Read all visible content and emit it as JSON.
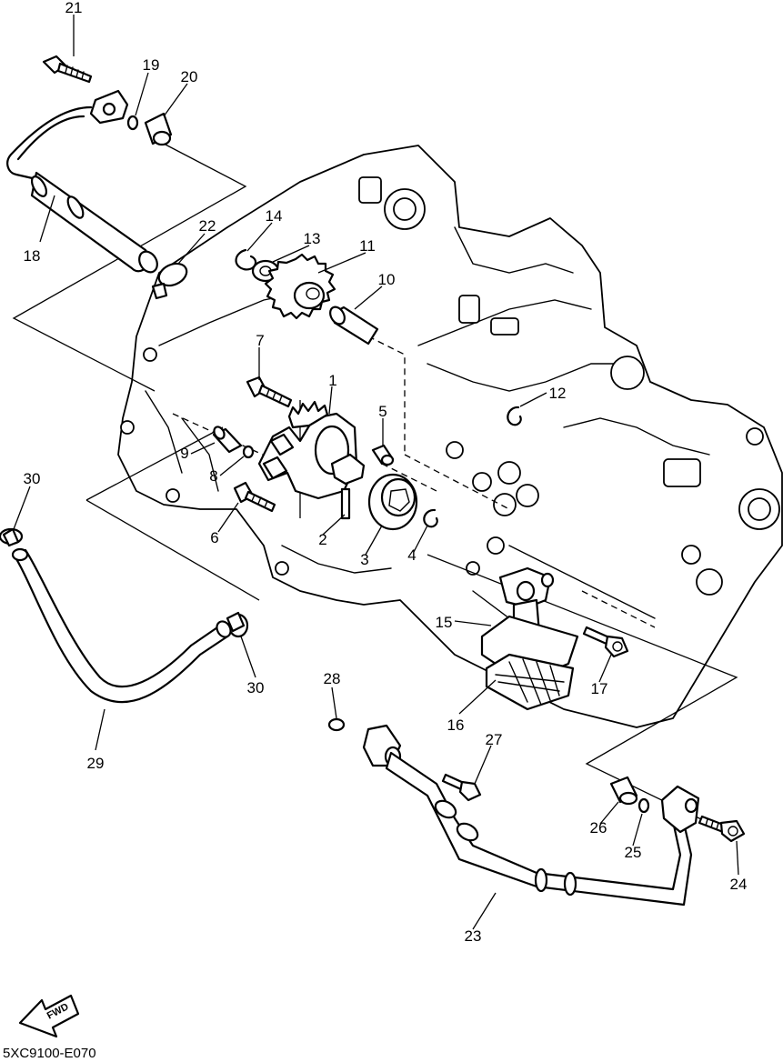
{
  "diagram_code": "5XC9100-E070",
  "fwd_label": "FWD",
  "part_numbers": {
    "p1": "1",
    "p2": "2",
    "p3": "3",
    "p4": "4",
    "p5": "5",
    "p6": "6",
    "p7": "7",
    "p8": "8",
    "p9": "9",
    "p10": "10",
    "p11": "11",
    "p12": "12",
    "p13": "13",
    "p14": "14",
    "p15": "15",
    "p16": "16",
    "p17": "17",
    "p18": "18",
    "p19": "19",
    "p20": "20",
    "p21": "21",
    "p22": "22",
    "p23": "23",
    "p24": "24",
    "p25": "25",
    "p26": "26",
    "p27": "27",
    "p28": "28",
    "p29": "29",
    "p30a": "30",
    "p30b": "30"
  }
}
